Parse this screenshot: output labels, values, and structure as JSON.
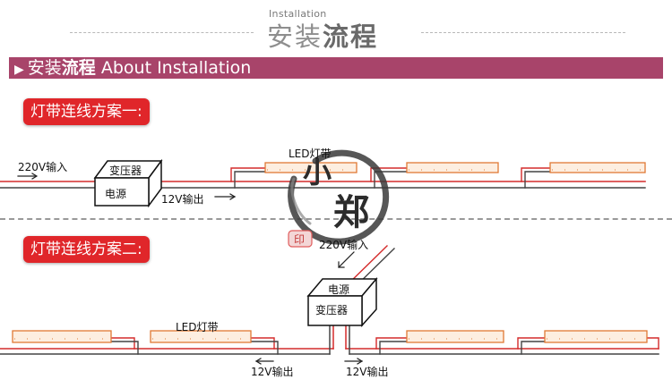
{
  "header": {
    "small": "Installation",
    "big_light": "安装",
    "big_bold": "流程"
  },
  "banner": {
    "prefix": "安装",
    "bold": "流程",
    "suffix": " About Installation"
  },
  "scheme1": {
    "title": "灯带连线方案一:",
    "input_label": "220V输入",
    "box_top": "变压器",
    "box_front": "电源",
    "output_label": "12V输出",
    "strip_label": "LED灯带"
  },
  "scheme2": {
    "title": "灯带连线方案二:",
    "input_label": "220V输入",
    "box_top": "电源",
    "box_front": "变压器",
    "strip_label": "LED灯带",
    "output_left": "12V输出",
    "output_right": "12V输出"
  },
  "watermark": {
    "chars": [
      "小",
      "郑"
    ],
    "stamp": "印"
  },
  "colors": {
    "banner": "#a8446a",
    "pill": "#e0262a",
    "wire": "#d42b2b",
    "strip_fill": "#fdeee0",
    "strip_stroke": "#e07a35"
  }
}
